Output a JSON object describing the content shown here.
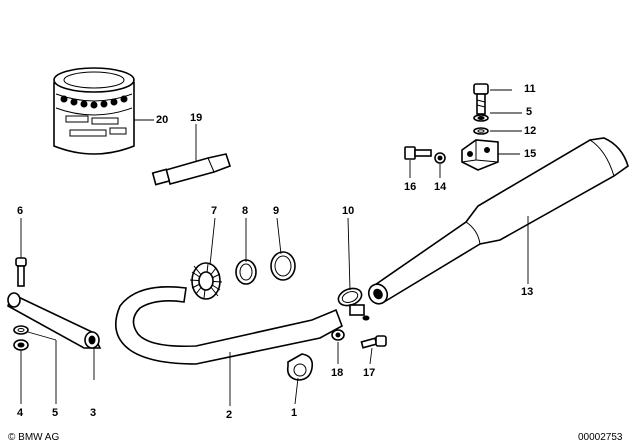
{
  "diagram": {
    "callouts": [
      {
        "id": "c20",
        "text": "20"
      },
      {
        "id": "c19",
        "text": "19"
      },
      {
        "id": "c11",
        "text": "11"
      },
      {
        "id": "c5a",
        "text": "5"
      },
      {
        "id": "c12",
        "text": "12"
      },
      {
        "id": "c15",
        "text": "15"
      },
      {
        "id": "c16",
        "text": "16"
      },
      {
        "id": "c14",
        "text": "14"
      },
      {
        "id": "c6",
        "text": "6"
      },
      {
        "id": "c7",
        "text": "7"
      },
      {
        "id": "c8",
        "text": "8"
      },
      {
        "id": "c9",
        "text": "9"
      },
      {
        "id": "c10",
        "text": "10"
      },
      {
        "id": "c13",
        "text": "13"
      },
      {
        "id": "c18",
        "text": "18"
      },
      {
        "id": "c17",
        "text": "17"
      },
      {
        "id": "c4",
        "text": "4"
      },
      {
        "id": "c5b",
        "text": "5"
      },
      {
        "id": "c3",
        "text": "3"
      },
      {
        "id": "c2",
        "text": "2"
      },
      {
        "id": "c1",
        "text": "1"
      }
    ]
  },
  "footer": {
    "copyright": "© BMW AG",
    "drawing_number": "00002753"
  }
}
